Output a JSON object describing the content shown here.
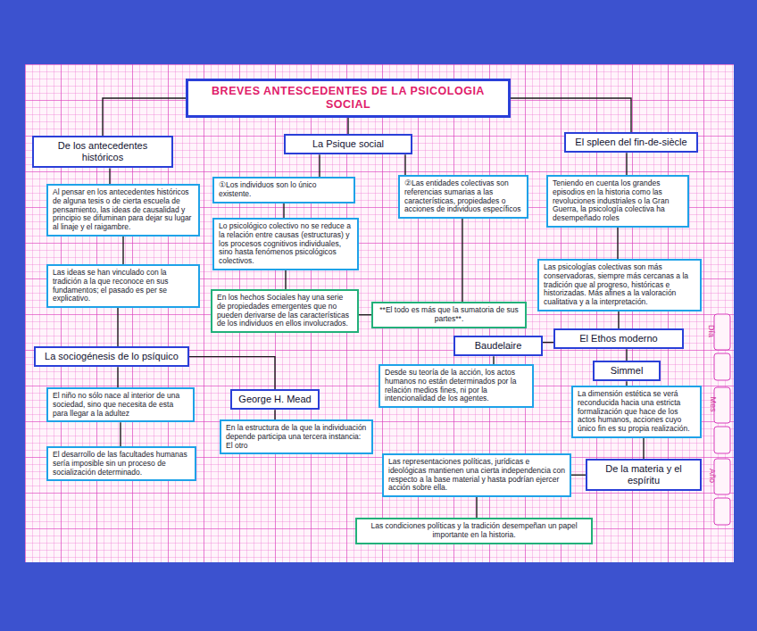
{
  "diagram": {
    "nodes": [
      {
        "text": [
          "BREVES ANTESCEDENTES DE LA PSICOLOGIA SOCIAL"
        ]
      },
      {
        "text": [
          "De los antecedentes históricos"
        ]
      },
      {
        "text": [
          "La Psique social"
        ]
      },
      {
        "text": [
          "El spleen del fin-de-siècle"
        ]
      },
      {
        "text": [
          "Al pensar en los antecedentes históricos de alguna tesis o de cierta escuela de pensamiento, las ideas de causalidad y principio se difuminan para dejar su lugar al linaje y el raigambre."
        ]
      },
      {
        "text": [
          "Las ideas se han vinculado con la tradición a la que reconoce en sus fundamentos; el pasado es per se explicativo."
        ]
      },
      {
        "text": [
          "①Los individuos son lo único existente."
        ]
      },
      {
        "text": [
          "②Las entidades colectivas son referencias sumarias a las características, propiedades o acciones de individuos específicos"
        ]
      },
      {
        "text": [
          "Teniendo en cuenta los grandes episodios en la historia como las revoluciones industriales o la Gran Guerra, la psicología colectiva ha desempeñado roles"
        ]
      },
      {
        "text": [
          "Lo psicológico colectivo no se reduce a la relación entre causas (estructuras) y los procesos cognitivos individuales, sino hasta fenómenos psicológicos colectivos."
        ]
      },
      {
        "text": [
          "Las psicologías colectivas son más conservadoras, siempre más cercanas a la tradición que al progreso, históricas e historizadas. Más afines a la valoración cualitativa y a la interpretación."
        ]
      },
      {
        "text": [
          "En los hechos Sociales hay una serie de propiedades emergentes que no pueden derivarse de las características de los individuos en ellos involucrados."
        ]
      },
      {
        "text": [
          "**El todo es más que la sumatoria de sus partes**."
        ]
      },
      {
        "text": [
          "Baudelaire"
        ]
      },
      {
        "text": [
          "El Ethos moderno"
        ]
      },
      {
        "text": [
          "La sociogénesis de lo psíquico"
        ]
      },
      {
        "text": [
          "Simmel"
        ]
      },
      {
        "text": [
          "Desde su teoría de la acción, los actos humanos no están determinados por la relación medios fines, ni por la intencionalidad de los agentes."
        ]
      },
      {
        "text": [
          "El niño no sólo nace al interior de una sociedad, sino que necesita de esta para llegar a la adultez"
        ]
      },
      {
        "text": [
          "George H. Mead"
        ]
      },
      {
        "text": [
          "La dimensión estética se verá reconducida hacia una estricta formalización que hace de los actos humanos, acciones cuyo único fin es su propia realización."
        ]
      },
      {
        "text": [
          "En la estructura de la que la individuación depende participa una tercera instancia: El otro"
        ]
      },
      {
        "text": [
          "El desarrollo de las facultades humanas sería imposible sin un proceso de socialización determinado."
        ]
      },
      {
        "text": [
          "Las representaciones políticas, jurídicas e ideológicas mantienen una cierta independencia con respecto a la base material y hasta podrían ejercer acción sobre ella."
        ]
      },
      {
        "text": [
          "De la materia y el espíritu"
        ]
      },
      {
        "text": [
          "Las condiciones políticas y la tradición desempeñan un papel importante en la historia."
        ]
      }
    ],
    "edges": [
      {
        "from": 0,
        "to": 1,
        "arrow": "none"
      },
      {
        "from": 0,
        "to": 2,
        "arrow": "none"
      },
      {
        "from": 0,
        "to": 3,
        "arrow": "none"
      },
      {
        "from": 1,
        "to": 4,
        "arrow": "none"
      },
      {
        "from": 4,
        "to": 5,
        "arrow": "none"
      },
      {
        "from": 5,
        "to": 15,
        "arrow": "none"
      },
      {
        "from": 15,
        "to": 18,
        "arrow": "none"
      },
      {
        "from": 18,
        "to": 22,
        "arrow": "none"
      },
      {
        "from": 15,
        "to": 19,
        "arrow": "none"
      },
      {
        "from": 19,
        "to": 21,
        "arrow": "none"
      },
      {
        "from": 2,
        "to": 6,
        "arrow": "none"
      },
      {
        "from": 2,
        "to": 7,
        "arrow": "none"
      },
      {
        "from": 6,
        "to": 9,
        "arrow": "none"
      },
      {
        "from": 9,
        "to": 11,
        "arrow": "none"
      },
      {
        "from": 11,
        "to": 12,
        "arrow": "none"
      },
      {
        "from": 7,
        "to": 12,
        "arrow": "none"
      },
      {
        "from": 3,
        "to": 8,
        "arrow": "none"
      },
      {
        "from": 8,
        "to": 10,
        "arrow": "none"
      },
      {
        "from": 10,
        "to": 14,
        "arrow": "none"
      },
      {
        "from": 14,
        "to": 13,
        "arrow": "none"
      },
      {
        "from": 14,
        "to": 16,
        "arrow": "none"
      },
      {
        "from": 13,
        "to": 17,
        "arrow": "none"
      },
      {
        "from": 16,
        "to": 20,
        "arrow": "none"
      },
      {
        "from": 20,
        "to": 24,
        "arrow": "none"
      },
      {
        "from": 24,
        "to": 23,
        "arrow": "none"
      },
      {
        "from": 23,
        "to": 25,
        "arrow": "none"
      }
    ],
    "labels": [
      "Día",
      "Mes",
      "Año"
    ]
  }
}
